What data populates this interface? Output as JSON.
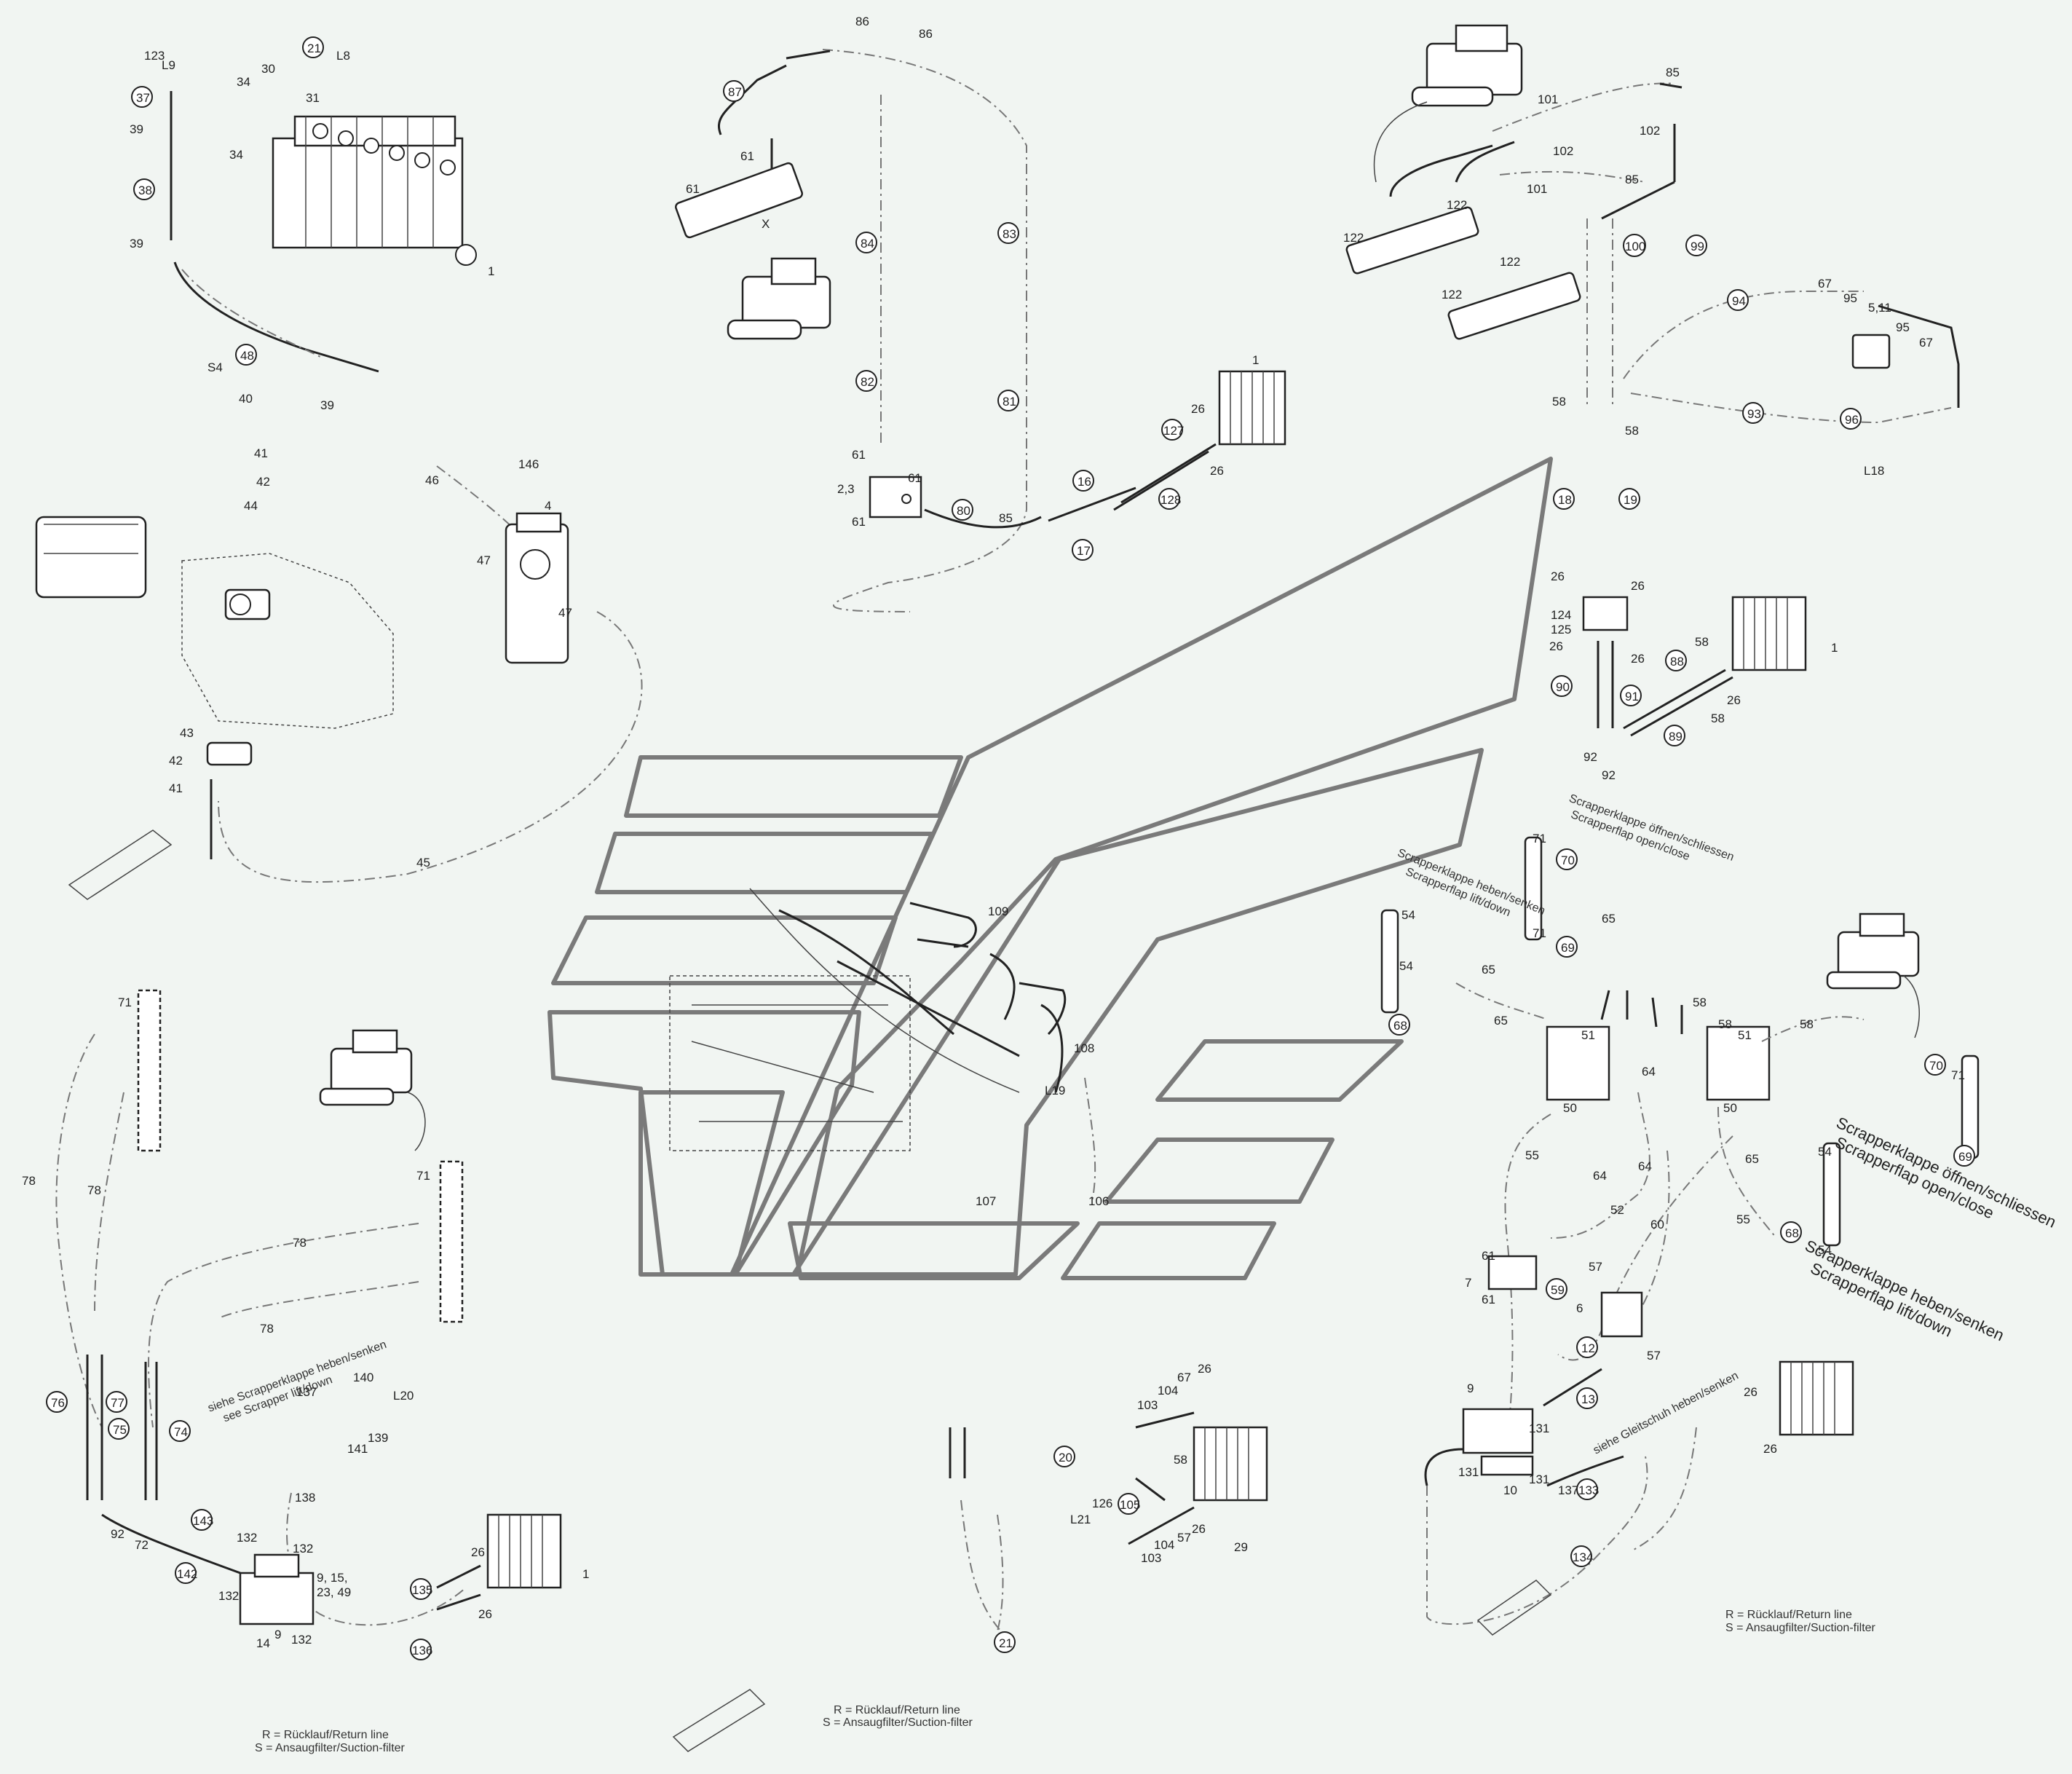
{
  "labels": {
    "l1": "1",
    "l123": "123",
    "l30": "30",
    "l21": "21",
    "l8": "L8",
    "l9": "L9",
    "l37": "37",
    "l34a": "34",
    "l34b": "34",
    "l31": "31",
    "l39a": "39",
    "l38": "38",
    "l39b": "39",
    "l48": "48",
    "l39c": "39",
    "s4": "S4",
    "l40": "40",
    "l41": "41",
    "l42": "42",
    "l44": "44",
    "l46": "46",
    "l146": "146",
    "l4": "4",
    "l47a": "47",
    "l47b": "47",
    "l43": "43",
    "l42b": "42",
    "l41b": "41",
    "l45": "45",
    "l86a": "86",
    "l86b": "86",
    "l87": "87",
    "l61a": "61",
    "l61b": "61",
    "lx": "X",
    "l84": "84",
    "l83": "83",
    "l82": "82",
    "l81": "81",
    "l61c": "61",
    "l23": "2,3",
    "l61d": "61",
    "l61e": "61",
    "l80": "80",
    "l85": "85",
    "l16": "16",
    "l17": "17",
    "l127": "127",
    "l128": "128",
    "l26a": "26",
    "l26b": "26",
    "l1b": "1",
    "l85b": "85",
    "l101a": "101",
    "l102a": "102",
    "l102b": "102",
    "l85c": "85",
    "l101b": "101",
    "l122a": "122",
    "l122b": "122",
    "l122c": "122",
    "l122d": "122",
    "l100": "100",
    "l99": "99",
    "l94": "94",
    "l67a": "67",
    "l95a": "95",
    "l511": "5,11",
    "l95b": "95",
    "l67b": "67",
    "l93": "93",
    "l96": "96",
    "l18out": "L18",
    "l58a": "58",
    "l58b": "58",
    "l18": "18",
    "l19": "19",
    "l26c": "26",
    "l26d": "26",
    "l124": "124",
    "l125": "125",
    "l26e": "26",
    "l26f": "26",
    "l88": "88",
    "l58c": "58",
    "l1c": "1",
    "l90": "90",
    "l91": "91",
    "l26g": "26",
    "l58d": "58",
    "l89": "89",
    "l92a": "92",
    "l92b": "92",
    "l109": "109",
    "l108": "108",
    "l19out": "L19",
    "l107": "107",
    "l106": "106",
    "l71a": "71",
    "l78a": "78",
    "l78b": "78",
    "l71b": "71",
    "l78c": "78",
    "l78d": "78",
    "l76": "76",
    "l77": "77",
    "l75": "75",
    "l74": "74",
    "l92c": "92",
    "l72": "72",
    "l143": "143",
    "l142": "142",
    "l132a": "132",
    "l132b": "132",
    "l132c": "132",
    "l132d": "132",
    "l91523": "9, 15,",
    "l2349": "23, 49",
    "l14": "14",
    "l9a": "9",
    "l137a": "137",
    "l140": "140",
    "l20out": "L20",
    "l139": "139",
    "l141": "141",
    "l138": "138",
    "l135": "135",
    "l136": "136",
    "l26h": "26",
    "l26i": "26",
    "l1d": "1",
    "l20": "20",
    "l21out": "L21",
    "l126": "126",
    "l103a": "103",
    "l104a": "104",
    "l67c": "67",
    "l26j": "26",
    "l58e": "58",
    "l105": "105",
    "l104b": "104",
    "l103b": "103",
    "l57a": "57",
    "l26k": "26",
    "l29": "29",
    "l21b": "21",
    "l71c": "71",
    "l70a": "70",
    "l65a": "65",
    "l71d": "71",
    "l69a": "69",
    "l54a": "54",
    "l54b": "54",
    "l65b": "65",
    "l65c": "65",
    "l68a": "68",
    "l50a": "50",
    "l51a": "51",
    "l64a": "64",
    "l58f": "58",
    "l58g": "58",
    "l51b": "51",
    "l50b": "50",
    "l58h": "58",
    "l70b": "70",
    "l71e": "71",
    "l65d": "65",
    "l69b": "69",
    "l54c": "54",
    "l54d": "54",
    "l68b": "68",
    "l55a": "55",
    "l64b": "64",
    "l64c": "64",
    "l52": "52",
    "l60": "60",
    "l55b": "55",
    "l61f": "61",
    "l7": "7",
    "l61g": "61",
    "l59": "59",
    "l6": "6",
    "l57b": "57",
    "l57c": "57",
    "l12": "12",
    "l13": "13",
    "l9b": "9",
    "l131a": "131",
    "l131b": "131",
    "l131c": "131",
    "l10": "10",
    "l137b": "137",
    "l133": "133",
    "l134": "134",
    "l26l": "26",
    "l26m": "26"
  },
  "notes": {
    "rightbottom1": "R = Rücklauf/Return line",
    "rightbottom2": "S = Ansaugfilter/Suction-filter",
    "center1": "R = Rücklauf/Return line",
    "center2": "S = Ansaugfilter/Suction-filter",
    "left1": "R = Rücklauf/Return line",
    "left2": "S = Ansaugfilter/Suction-filter",
    "scrapper1a": "Scrapperklappe öffnen/schliessen",
    "scrapper1b": "Scrapperflap open/close",
    "scrapper2a": "Scrapperklappe heben/senken",
    "scrapper2b": "Scrapperflap lift/down",
    "scrapper3a": "Scrapperklappe öffnen/schliessen",
    "scrapper3b": "Scrapperflap open/close",
    "scrapper4a": "Scrapperklappe heben/senken",
    "scrapper4b": "Scrapperflap lift/down",
    "siehe1": "siehe Scrapperklappe heben/senken",
    "siehe2": "see Scrapper lift/down",
    "gleitschuh": "siehe Gleitschuh heben/senken"
  },
  "colors": {
    "background": "#f1f5f2",
    "ink": "#222222",
    "logo": "#7a7a7a"
  }
}
